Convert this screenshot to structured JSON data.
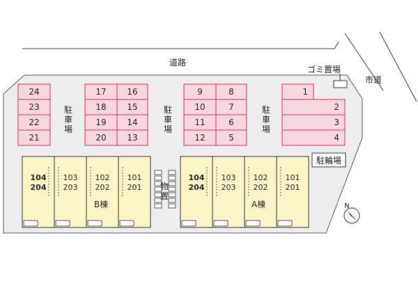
{
  "labels": {
    "road": "道路",
    "city_road": "市道",
    "garbage": "ゴミ置場",
    "parking": "駐車場",
    "bicycle": "駐輪場",
    "storage": "物置",
    "building_b": "B棟",
    "building_a": "A棟"
  },
  "parking_left": [
    "24",
    "23",
    "22",
    "21"
  ],
  "parking_mid1_left": [
    "17",
    "18",
    "19",
    "20"
  ],
  "parking_mid1_right": [
    "16",
    "15",
    "14",
    "13"
  ],
  "parking_mid2_left": [
    "9",
    "10",
    "11",
    "12"
  ],
  "parking_mid2_right": [
    "8",
    "7",
    "6",
    "5"
  ],
  "parking_right": [
    "1",
    "2",
    "3",
    "4"
  ],
  "building_b_units": [
    {
      "top": "104",
      "bottom": "204"
    },
    {
      "top": "103",
      "bottom": "203"
    },
    {
      "top": "102",
      "bottom": "202"
    },
    {
      "top": "101",
      "bottom": "201"
    }
  ],
  "building_a_units": [
    {
      "top": "104",
      "bottom": "204"
    },
    {
      "top": "103",
      "bottom": "203"
    },
    {
      "top": "102",
      "bottom": "202"
    },
    {
      "top": "101",
      "bottom": "201"
    }
  ],
  "compass": "N",
  "colors": {
    "lot": "#eeeeee",
    "parking_fill": "#f7d6df",
    "parking_stroke": "#d0305a",
    "unit_fill": "#fbf6c8"
  }
}
